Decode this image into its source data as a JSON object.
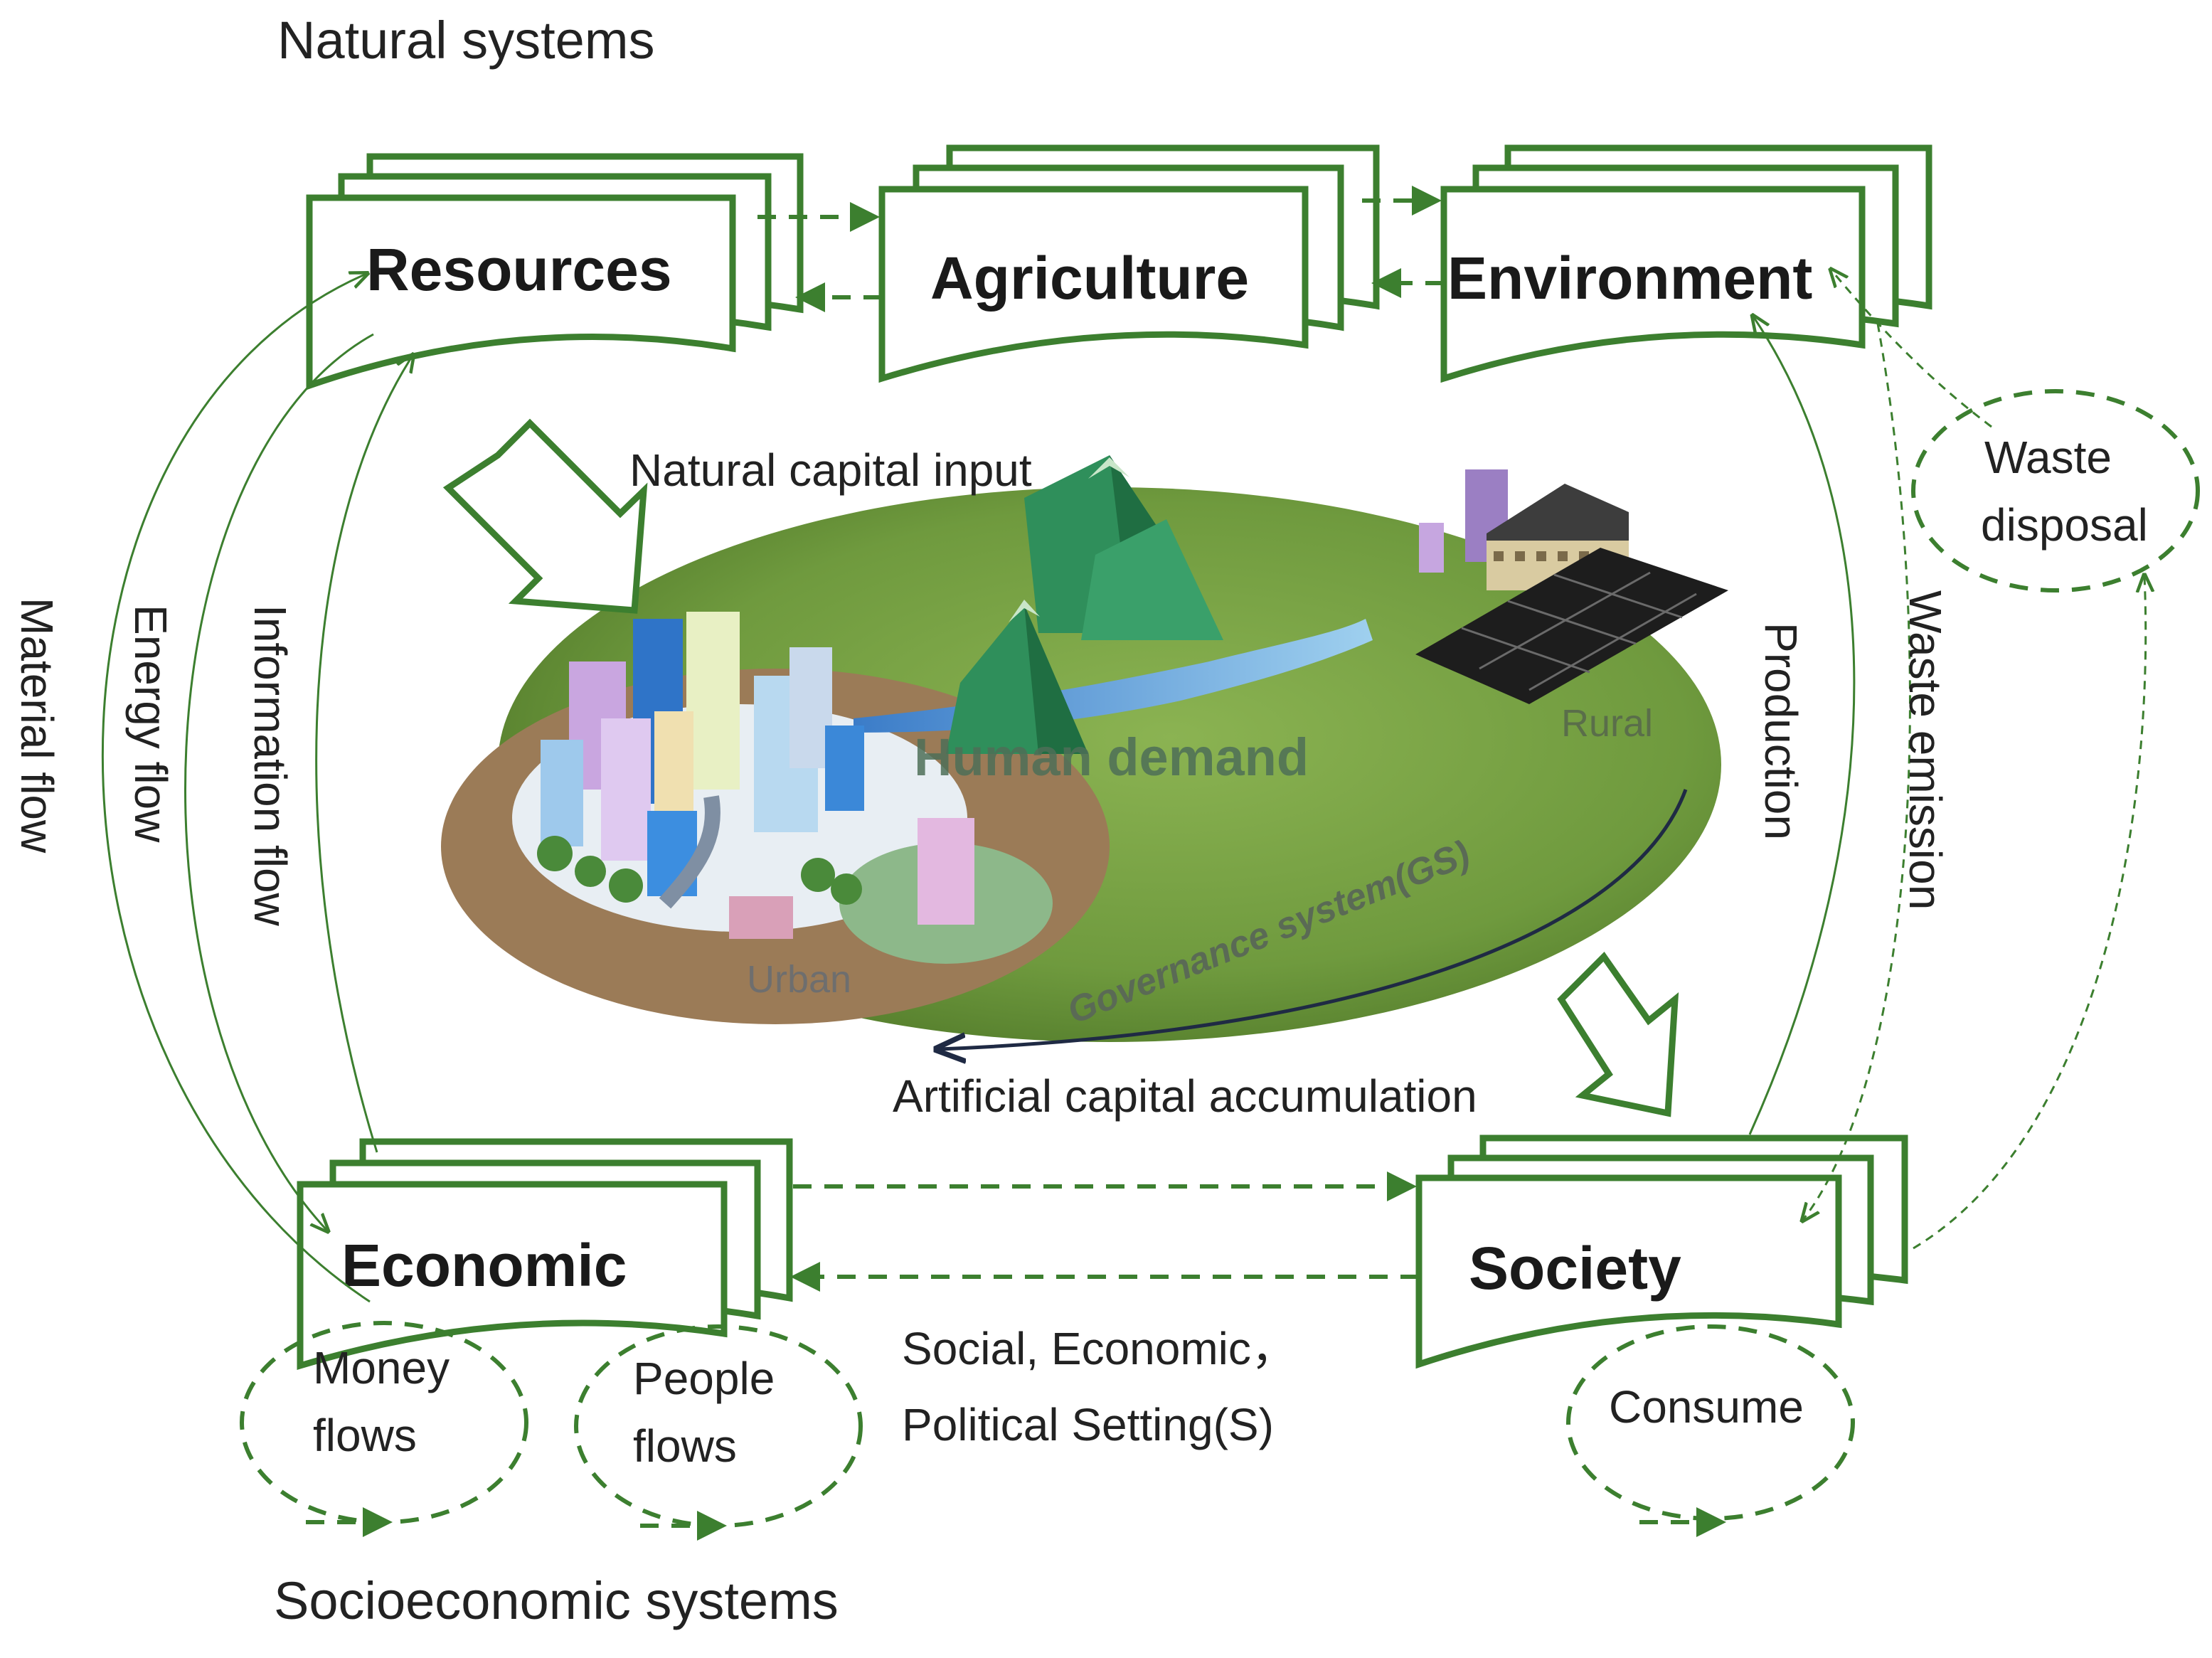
{
  "sections": {
    "natural": "Natural systems",
    "socioeconomic": "Socioeconomic  systems"
  },
  "boxes": {
    "resources": "Resources",
    "agriculture": "Agriculture",
    "environment": "Environment",
    "economic": "Economic",
    "society": "Society"
  },
  "flows": {
    "natural_capital_input": "Natural capital input",
    "artificial_capital_accumulation": "Artificial capital accumulation",
    "material_flow": "Material flow",
    "energy_flow": "Energy flow",
    "information_flow": "Information flow",
    "production": "Production",
    "waste_emission": "Waste emission"
  },
  "bubbles": {
    "waste_disposal": [
      "Waste",
      "disposal"
    ],
    "money_flows": [
      "Money",
      "flows"
    ],
    "people_flows": [
      "People",
      "flows"
    ],
    "consume": "Consume"
  },
  "setting": {
    "line1": "Social, Economic，",
    "line2": "Political Setting(S)"
  },
  "landscape": {
    "human_demand": "Human demand",
    "rural": "Rural",
    "urban": "Urban",
    "governance": "Governance system(GS)"
  },
  "colors": {
    "frame_green": "#3c7f2f",
    "grass_green": "#6f9a3e",
    "soil_brown": "#9b7b57"
  }
}
